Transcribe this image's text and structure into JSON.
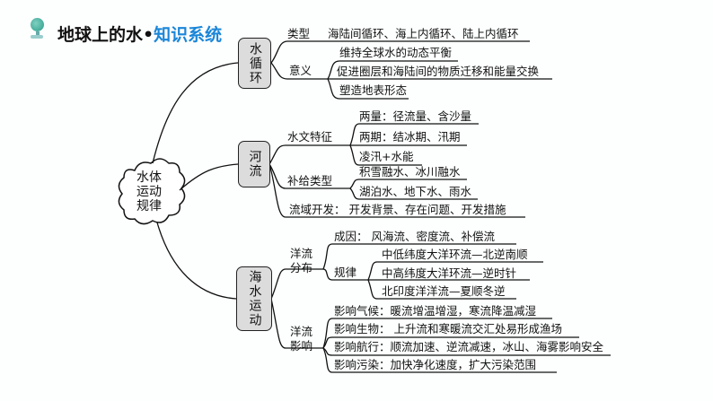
{
  "title": {
    "main": "地球上的水•",
    "accent": "知识系统",
    "accent_color": "#1a86d8"
  },
  "root": {
    "lines": [
      "水体",
      "运动",
      "规律"
    ]
  },
  "water_cycle": {
    "label": "水循环",
    "type_label": "类型",
    "type_value": "海陆间循环、海上内循环、陆上内循环",
    "meaning_label": "意义",
    "meanings": [
      "维持全球水的动态平衡",
      "促进圈层和海陆间的物质迁移和能量交换",
      "塑造地表形态"
    ]
  },
  "river": {
    "label": "河流",
    "hydro_label": "水文特征",
    "hydro": [
      "两量：径流量、含沙量",
      "两期：结冰期、汛期",
      "凌汛+水能"
    ],
    "supply_label": "补给类型",
    "supply": [
      "积雪融水、冰川融水",
      "湖泊水、地下水、雨水"
    ],
    "basin": "流域开发：  开发背景、存在问题、开发措施"
  },
  "sea": {
    "label": "海水运动",
    "dist_label": "洋流分布",
    "cause": "成因：  风海流、密度流、补偿流",
    "law_label": "规律",
    "laws": [
      "中低纬度大洋环流—北逆南顺",
      "中高纬度大洋环流—逆时针",
      "北印度洋洋流—夏顺冬逆"
    ],
    "impact_label": "洋流影响",
    "impacts": [
      "影响气候：暖流增温增湿，寒流降温减湿",
      "影响生物： 上升流和寒暖流交汇处易形成渔场",
      "影响航行：顺流加速、逆流减速，冰山、海雾影响安全",
      "影响污染：加快净化速度，扩大污染范围"
    ]
  }
}
